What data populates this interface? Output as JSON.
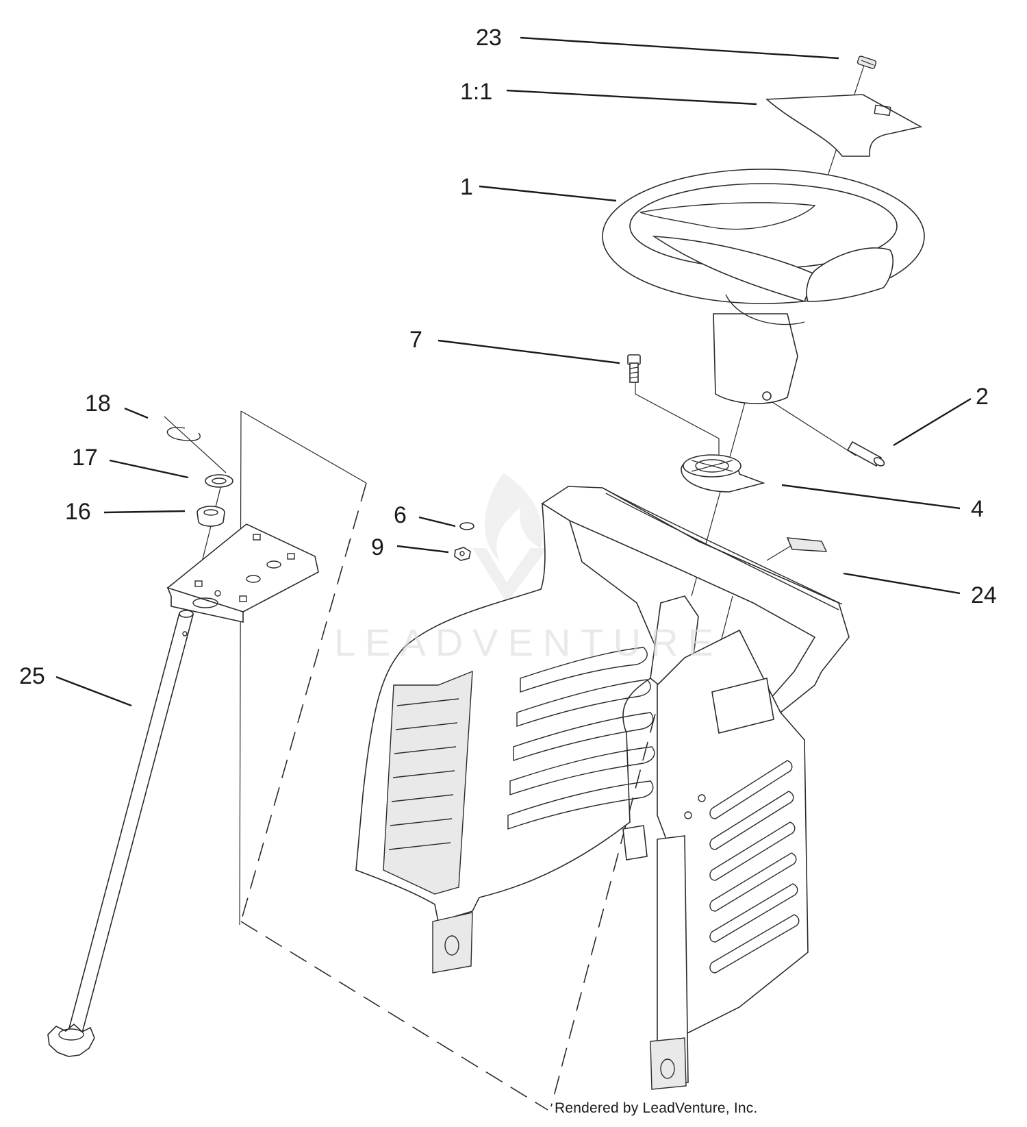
{
  "callouts": {
    "c23": "23",
    "c1_1": "1:1",
    "c1": "1",
    "c7": "7",
    "c2": "2",
    "c18": "18",
    "c17": "17",
    "c16": "16",
    "c6": "6",
    "c4": "4",
    "c9": "9",
    "c24": "24",
    "c25": "25"
  },
  "watermark": "LEADVENTURE",
  "credit": "Rendered by LeadVenture, Inc."
}
